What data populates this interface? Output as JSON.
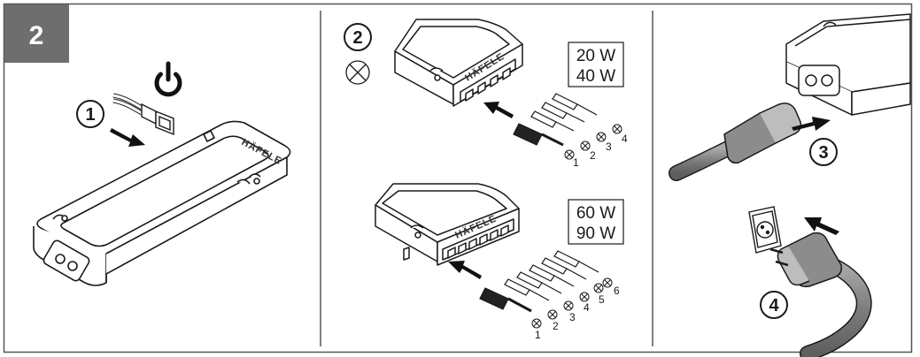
{
  "step_badge": "2",
  "panel1": {
    "step_marker": "1",
    "icon": "power-icon",
    "brand": "HÄFELE"
  },
  "panel2": {
    "step_marker": "2",
    "icon": "lamp-icon",
    "top": {
      "wattages": [
        "20 W",
        "40 W"
      ],
      "pins": [
        "1",
        "2",
        "3",
        "4"
      ],
      "brand": "HÄFELE"
    },
    "bottom": {
      "wattages": [
        "60 W",
        "90 W"
      ],
      "pins": [
        "1",
        "2",
        "3",
        "4",
        "5",
        "6"
      ],
      "brand": "HÄFELE"
    }
  },
  "panel3": {
    "step_marker_plug": "3",
    "step_marker_socket": "4"
  },
  "colors": {
    "frame": "#555555",
    "badge": "#6e6e6e",
    "line": "#1a1a1a",
    "cable": "#8c8c8c"
  }
}
